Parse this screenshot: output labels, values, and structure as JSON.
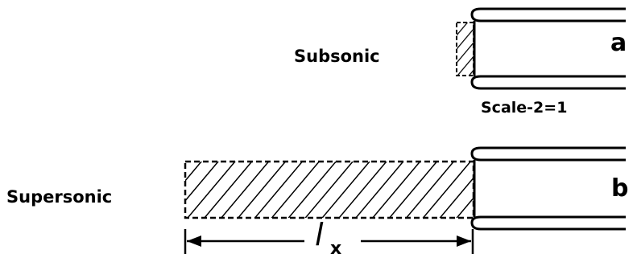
{
  "labels": {
    "subsonic": "Subsonic",
    "supersonic": "Supersonic",
    "scale": "Scale-2=1",
    "panel_a": "a",
    "panel_b": "b",
    "dimension_symbol": "l",
    "dimension_subscript": "x"
  },
  "colors": {
    "ink": "#000000",
    "background": "#ffffff"
  }
}
